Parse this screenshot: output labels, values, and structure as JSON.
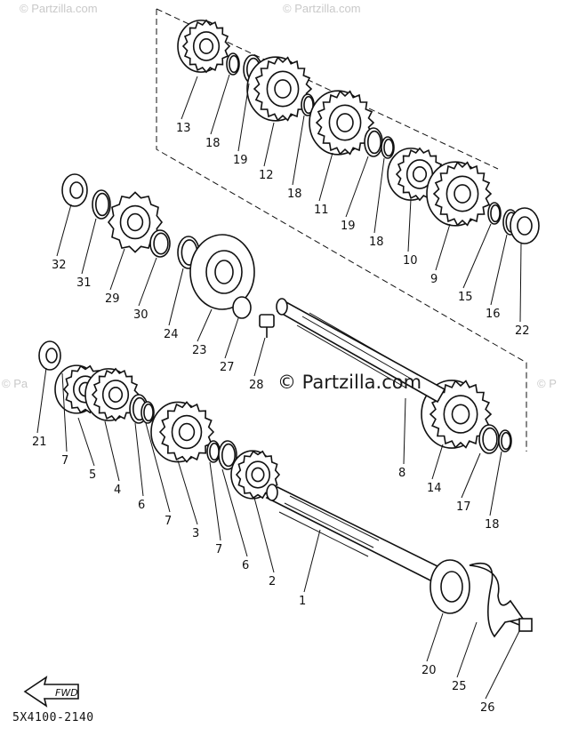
{
  "watermarks": {
    "top_left": "© Partzilla.com",
    "top_right": "© Partzilla.com",
    "center": "© Partzilla.com",
    "side_left": "© Pa",
    "side_right": "© P"
  },
  "diagram_code": "5X4100-2140",
  "fwd_label": "FWD",
  "callouts": [
    {
      "id": "13",
      "label": "13"
    },
    {
      "id": "18a",
      "label": "18"
    },
    {
      "id": "19a",
      "label": "19"
    },
    {
      "id": "12",
      "label": "12"
    },
    {
      "id": "18b",
      "label": "18"
    },
    {
      "id": "11",
      "label": "11"
    },
    {
      "id": "19b",
      "label": "19"
    },
    {
      "id": "18c",
      "label": "18"
    },
    {
      "id": "10",
      "label": "10"
    },
    {
      "id": "9",
      "label": "9"
    },
    {
      "id": "15",
      "label": "15"
    },
    {
      "id": "16",
      "label": "16"
    },
    {
      "id": "22",
      "label": "22"
    },
    {
      "id": "32",
      "label": "32"
    },
    {
      "id": "31",
      "label": "31"
    },
    {
      "id": "29",
      "label": "29"
    },
    {
      "id": "30",
      "label": "30"
    },
    {
      "id": "24",
      "label": "24"
    },
    {
      "id": "23",
      "label": "23"
    },
    {
      "id": "27",
      "label": "27"
    },
    {
      "id": "28",
      "label": "28"
    },
    {
      "id": "8",
      "label": "8"
    },
    {
      "id": "14",
      "label": "14"
    },
    {
      "id": "17",
      "label": "17"
    },
    {
      "id": "18d",
      "label": "18"
    },
    {
      "id": "21",
      "label": "21"
    },
    {
      "id": "7a",
      "label": "7"
    },
    {
      "id": "5",
      "label": "5"
    },
    {
      "id": "4",
      "label": "4"
    },
    {
      "id": "6a",
      "label": "6"
    },
    {
      "id": "7b",
      "label": "7"
    },
    {
      "id": "3",
      "label": "3"
    },
    {
      "id": "7c",
      "label": "7"
    },
    {
      "id": "6b",
      "label": "6"
    },
    {
      "id": "2",
      "label": "2"
    },
    {
      "id": "1",
      "label": "1"
    },
    {
      "id": "20",
      "label": "20"
    },
    {
      "id": "25",
      "label": "25"
    },
    {
      "id": "26",
      "label": "26"
    }
  ]
}
